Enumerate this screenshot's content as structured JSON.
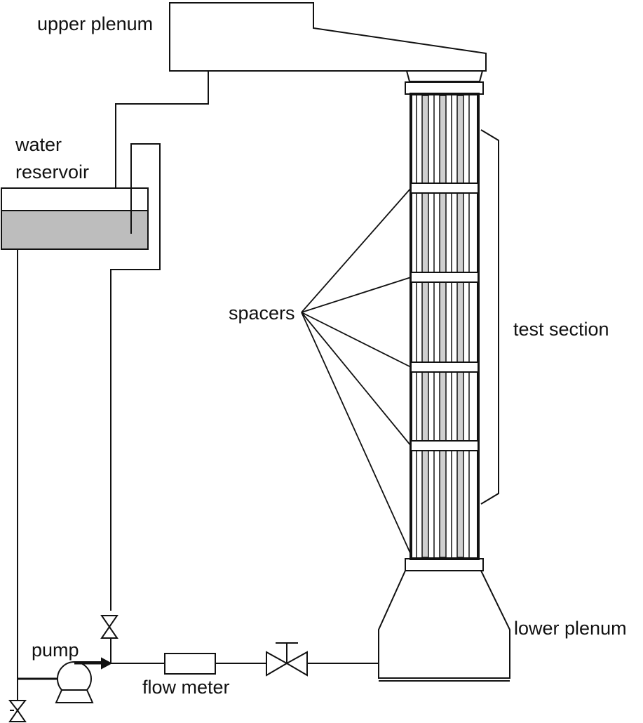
{
  "labels": {
    "upper_plenum": "upper plenum",
    "water_reservoir_line1": "water",
    "water_reservoir_line2": "reservoir",
    "spacers": "spacers",
    "test_section": "test section",
    "lower_plenum": "lower plenum",
    "pump": "pump",
    "flow_meter": "flow meter"
  },
  "colors": {
    "line": "#111111",
    "water": "#bdbdbd",
    "rod": "#d0d0d0",
    "background": "#ffffff"
  }
}
